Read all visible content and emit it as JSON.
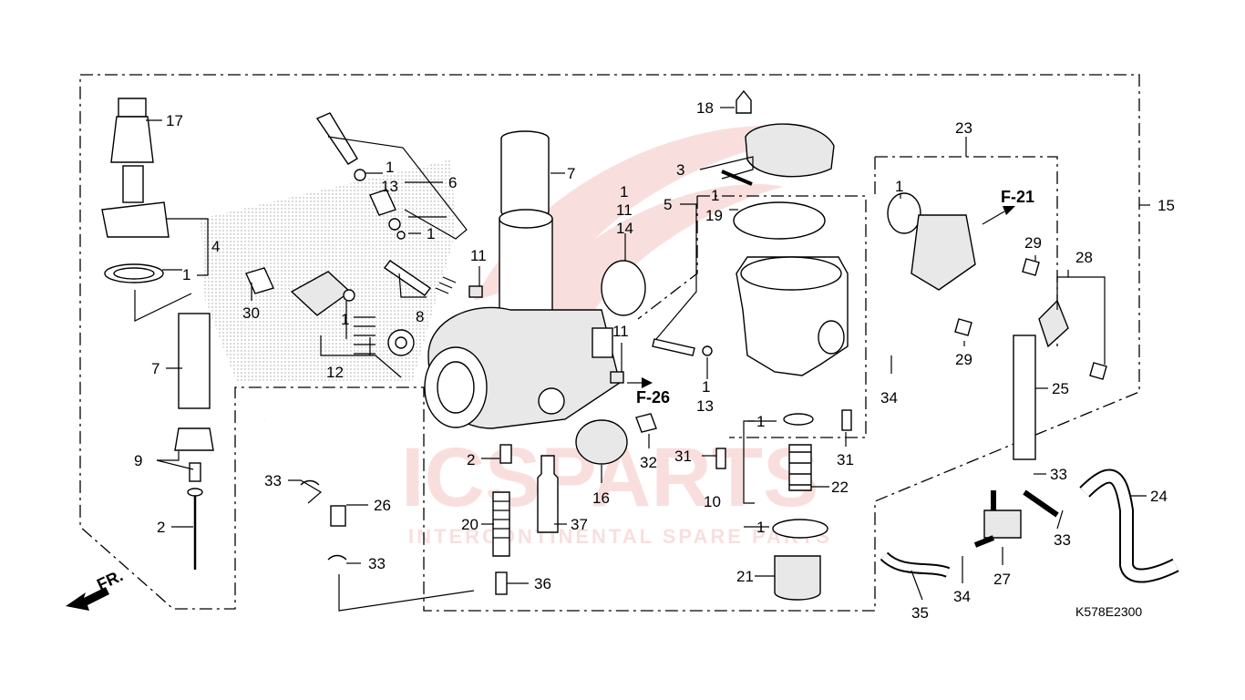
{
  "watermark": {
    "brand": "ICSPARTS",
    "tagline": "INTERCONTINENTAL SPARE PARTS",
    "color": "#d9534f"
  },
  "diagram": {
    "drawing_code": "K578E2300",
    "direction_label": "FR.",
    "ref_labels": [
      {
        "id": "f21",
        "text": "F-21"
      },
      {
        "id": "f26",
        "text": "F-26"
      }
    ],
    "callouts": [
      {
        "id": "c17",
        "text": "17"
      },
      {
        "id": "c4",
        "text": "4"
      },
      {
        "id": "c1a",
        "text": "1"
      },
      {
        "id": "c7a",
        "text": "7"
      },
      {
        "id": "c9",
        "text": "9"
      },
      {
        "id": "c2a",
        "text": "2"
      },
      {
        "id": "c1b",
        "text": "1"
      },
      {
        "id": "c13a",
        "text": "13"
      },
      {
        "id": "c6",
        "text": "6"
      },
      {
        "id": "c1c",
        "text": "1"
      },
      {
        "id": "c30",
        "text": "30"
      },
      {
        "id": "c1d",
        "text": "1"
      },
      {
        "id": "c12",
        "text": "12"
      },
      {
        "id": "c8",
        "text": "8"
      },
      {
        "id": "c7b",
        "text": "7"
      },
      {
        "id": "c1e",
        "text": "1"
      },
      {
        "id": "c11a",
        "text": "11"
      },
      {
        "id": "c14",
        "text": "14"
      },
      {
        "id": "c11b",
        "text": "11"
      },
      {
        "id": "c11c",
        "text": "11"
      },
      {
        "id": "c2b",
        "text": "2"
      },
      {
        "id": "c16",
        "text": "16"
      },
      {
        "id": "c32",
        "text": "32"
      },
      {
        "id": "c20",
        "text": "20"
      },
      {
        "id": "c37",
        "text": "37"
      },
      {
        "id": "c36",
        "text": "36"
      },
      {
        "id": "c33a",
        "text": "33"
      },
      {
        "id": "c26",
        "text": "26"
      },
      {
        "id": "c33b",
        "text": "33"
      },
      {
        "id": "c18",
        "text": "18"
      },
      {
        "id": "c3",
        "text": "3"
      },
      {
        "id": "c5",
        "text": "5"
      },
      {
        "id": "c1f",
        "text": "1"
      },
      {
        "id": "c19",
        "text": "19"
      },
      {
        "id": "c1g",
        "text": "1"
      },
      {
        "id": "c13b",
        "text": "13"
      },
      {
        "id": "c1h",
        "text": "1"
      },
      {
        "id": "c31a",
        "text": "31"
      },
      {
        "id": "c31b",
        "text": "31"
      },
      {
        "id": "c22",
        "text": "22"
      },
      {
        "id": "c10",
        "text": "10"
      },
      {
        "id": "c1i",
        "text": "1"
      },
      {
        "id": "c21",
        "text": "21"
      },
      {
        "id": "c23",
        "text": "23"
      },
      {
        "id": "c1j",
        "text": "1"
      },
      {
        "id": "c29a",
        "text": "29"
      },
      {
        "id": "c28",
        "text": "28"
      },
      {
        "id": "c29b",
        "text": "29"
      },
      {
        "id": "c15",
        "text": "15"
      },
      {
        "id": "c34a",
        "text": "34"
      },
      {
        "id": "c25",
        "text": "25"
      },
      {
        "id": "c33c",
        "text": "33"
      },
      {
        "id": "c24",
        "text": "24"
      },
      {
        "id": "c33d",
        "text": "33"
      },
      {
        "id": "c27",
        "text": "27"
      },
      {
        "id": "c34b",
        "text": "34"
      },
      {
        "id": "c35",
        "text": "35"
      }
    ]
  }
}
